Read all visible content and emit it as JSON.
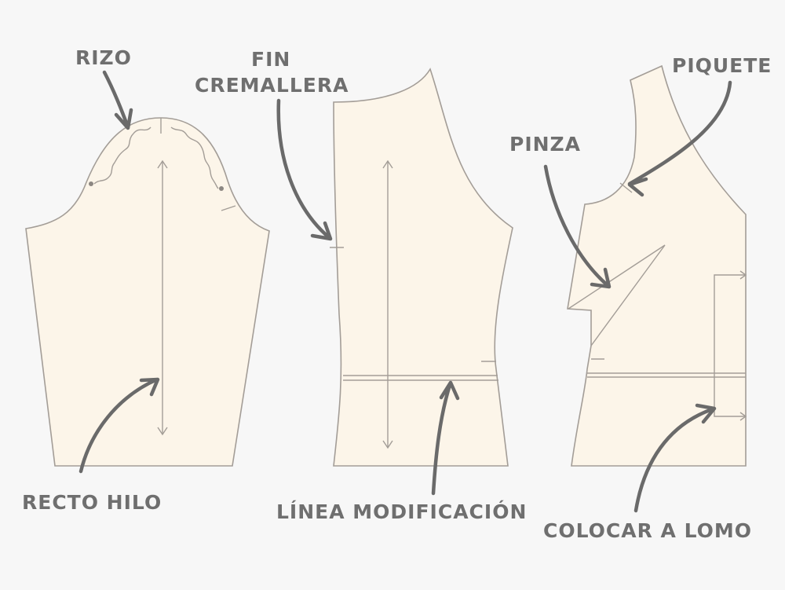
{
  "labels": {
    "rizo": "RIZO",
    "fin_line1": "FIN",
    "fin_line2": "CREMALLERA",
    "piquete": "PIQUETE",
    "pinza": "PINZA",
    "recto_hilo": "RECTO HILO",
    "linea_modificacion": "LÍNEA MODIFICACIÓN",
    "colocar_a_lomo": "COLOCAR A LOMO"
  },
  "colors": {
    "background": "#f7f7f7",
    "fabric": "#fcf5e9",
    "outline": "#a39d97",
    "annotation": "#6a6a6a"
  }
}
